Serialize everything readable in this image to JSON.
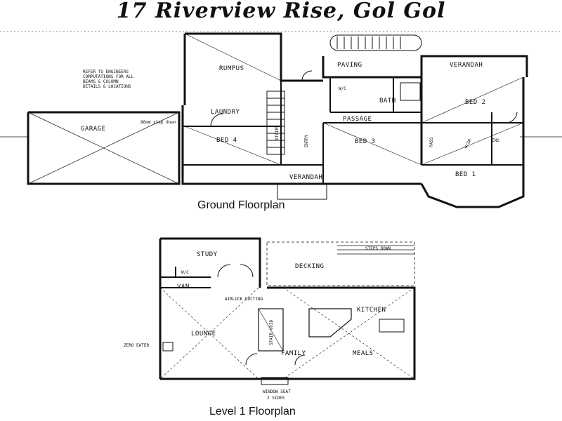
{
  "title": "17 Riverview Rise, Gol Gol",
  "ground": {
    "caption": "Ground Floorplan",
    "rooms": {
      "rumpus": "RUMPUS",
      "garage": "GARAGE",
      "laundry": "LAUNDRY",
      "bed4": "BED 4",
      "bed3": "BED 3",
      "bed2": "BED 2",
      "bed1": "BED 1",
      "bath": "BATH",
      "passage": "PASSAGE",
      "paving": "PAVING",
      "verandah_top": "VERANDAH",
      "verandah_front": "VERANDAH",
      "entry": "ENTRY",
      "stairs": "STAIRS",
      "wc": "W/C",
      "ens": "ENS",
      "pass": "PASS",
      "wir": "W/IR"
    },
    "notes": {
      "engineers": "REFER TO ENGINEERS COMPUTATIONS FOR ALL BEAMS & COLUMN DETAILS & LOCATIONS",
      "step": "86mm step down"
    }
  },
  "level1": {
    "caption": "Level 1 Floorplan",
    "rooms": {
      "study": "STUDY",
      "decking": "DECKING",
      "kitchen": "KITCHEN",
      "lounge": "LOUNGE",
      "family": "FAMILY",
      "meals": "MEALS",
      "van": "VAN",
      "wc": "W/C",
      "stair_void": "STAIR VOID",
      "steps_down": "STEPS DOWN",
      "airlock": "AIRLOCK DUCTING",
      "window_seat": "WINDOW SEAT",
      "two_sides": "2 SIDES",
      "heater": "ZERO EATER"
    }
  }
}
